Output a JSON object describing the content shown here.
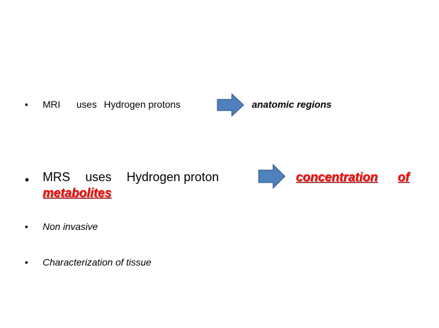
{
  "slide": {
    "bullet_char": "•",
    "bullets": [
      {
        "lead": "MRI",
        "verb": "uses",
        "subject": "Hydrogen protons",
        "result": "anatomic regions"
      },
      {
        "lead": "MRS",
        "verb": "uses",
        "subject": "Hydrogen proton",
        "result_word1": "concentration",
        "result_word2": "of",
        "result_cont": "metabolites"
      },
      {
        "text": "Non invasive"
      },
      {
        "text": "Characterization of tissue"
      }
    ],
    "colors": {
      "arrow_fill": "#4f81bd",
      "arrow_stroke": "#385d8a",
      "highlight": "#ff0000"
    },
    "icons": {
      "arrow": "right-arrow-icon"
    }
  }
}
